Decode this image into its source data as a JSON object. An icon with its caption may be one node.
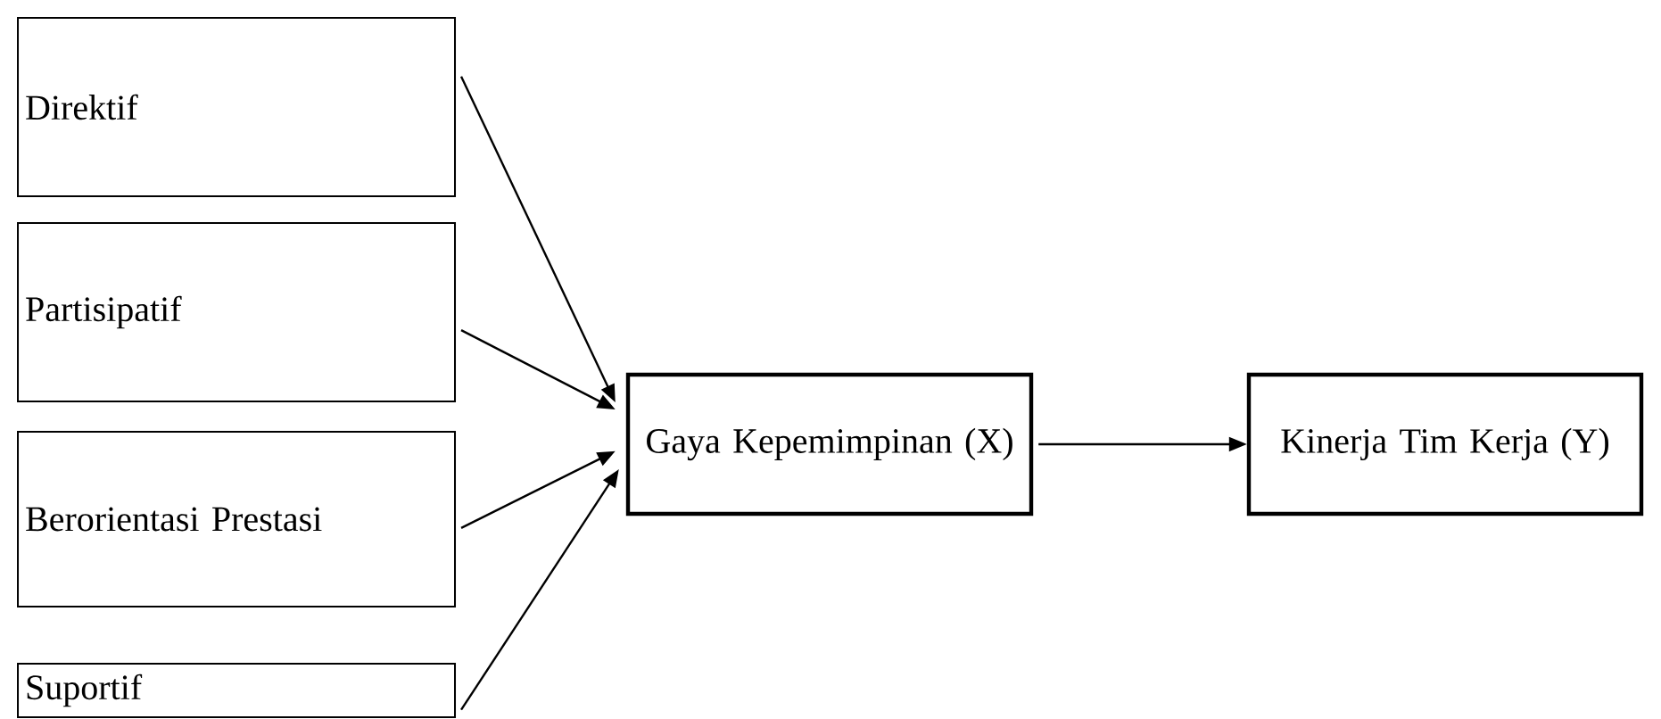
{
  "diagram": {
    "nodes": [
      {
        "text": [
          "Direktif"
        ]
      },
      {
        "text": [
          "Partisipatif"
        ]
      },
      {
        "text": [
          "Berorientasi Prestasi"
        ]
      },
      {
        "text": [
          "Suportif"
        ]
      },
      {
        "text": [
          "Gaya Kepemimpinan (X)"
        ]
      },
      {
        "text": [
          "Kinerja Tim Kerja (Y)"
        ]
      }
    ],
    "edges": [
      {
        "from": 0,
        "to": 4,
        "arrow": "to"
      },
      {
        "from": 1,
        "to": 4,
        "arrow": "to"
      },
      {
        "from": 2,
        "to": 4,
        "arrow": "to"
      },
      {
        "from": 3,
        "to": 4,
        "arrow": "to"
      },
      {
        "from": 4,
        "to": 5,
        "arrow": "to"
      }
    ]
  }
}
